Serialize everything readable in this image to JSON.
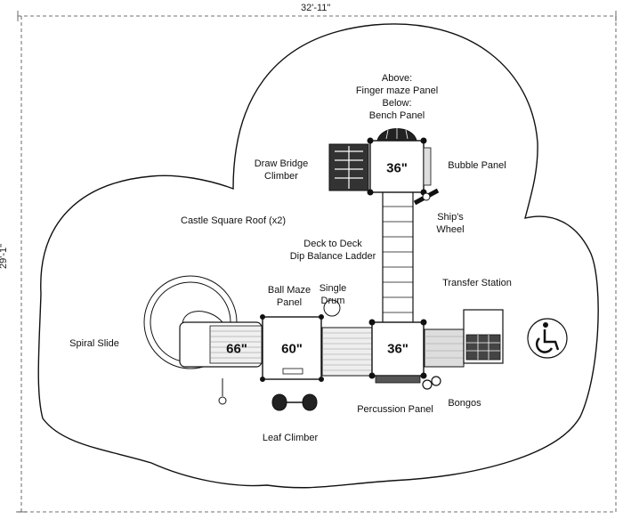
{
  "dimensions": {
    "width_label": "32'-11\"",
    "height_label": "29'-1\""
  },
  "decks": {
    "upper": "36\"",
    "middle": "36\"",
    "left": "60\"",
    "slide_platform": "66\""
  },
  "labels": {
    "above_below": [
      "Above:",
      "Finger maze Panel",
      "Below:",
      "Bench Panel"
    ],
    "draw_bridge": [
      "Draw Bridge",
      "Climber"
    ],
    "bubble_panel": "Bubble Panel",
    "castle_roof": "Castle Square Roof (x2)",
    "ships_wheel": [
      "Ship's",
      "Wheel"
    ],
    "ladder": [
      "Deck to Deck",
      "Dip Balance Ladder"
    ],
    "transfer_station": "Transfer Station",
    "ball_maze": [
      "Ball Maze",
      "Panel"
    ],
    "single_drum": [
      "Single",
      "Drum"
    ],
    "spiral_slide": "Spiral Slide",
    "percussion_panel": "Percussion Panel",
    "bongos": "Bongos",
    "leaf_climber": "Leaf Climber"
  },
  "icons": {
    "accessibility": "wheelchair-icon"
  }
}
